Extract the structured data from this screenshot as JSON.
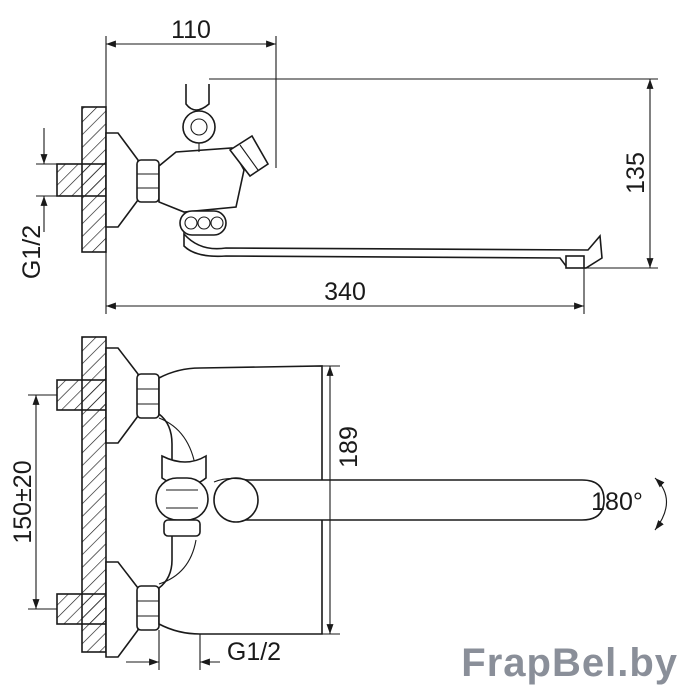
{
  "dimensions": {
    "top_width": "110",
    "top_height": "135",
    "top_thread": "G1/2",
    "top_length": "340",
    "front_height": "189",
    "front_spacing": "150±20",
    "front_thread": "G1/2",
    "rotation": "180°"
  },
  "watermark": "FrapBel.by"
}
